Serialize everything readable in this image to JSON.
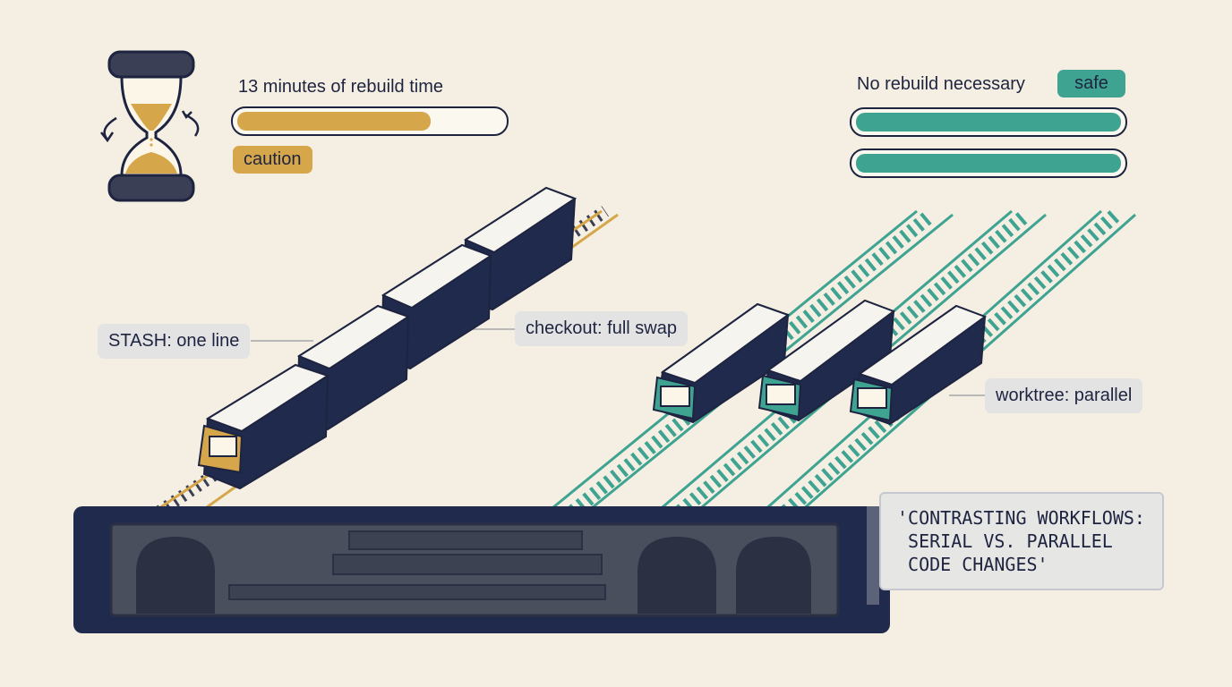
{
  "serial": {
    "rebuild_caption": "13 minutes of rebuild time",
    "rebuild_progress": 0.73,
    "status_badge": "caution",
    "route_label": "STASH: one line",
    "swap_label": "checkout: full swap"
  },
  "parallel": {
    "rebuild_caption": "No rebuild necessary",
    "status_badge": "safe",
    "bars_progress": [
      1.0,
      1.0
    ],
    "route_label": "worktree: parallel"
  },
  "note": {
    "text": "'CONTRASTING WORKFLOWS:\n SERIAL VS. PARALLEL\n CODE CHANGES'"
  },
  "colors": {
    "background": "#f4efe2",
    "navy": "#1e2440",
    "caution": "#d6a64a",
    "safe": "#3fa392",
    "chip": "#e3e3e3"
  },
  "icons": {
    "timer": "hourglass-icon",
    "rotate_left": "rotate-arrow-left-icon",
    "rotate_right": "rotate-arrow-right-icon"
  }
}
